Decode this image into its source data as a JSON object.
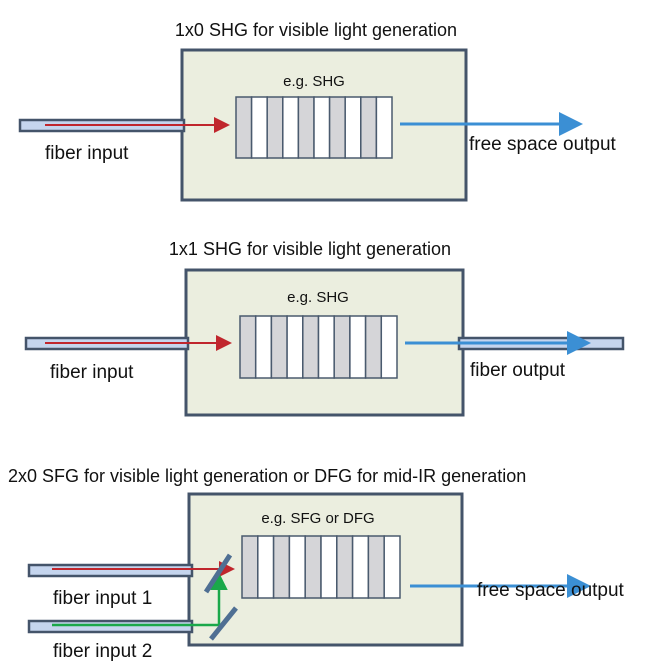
{
  "panels": [
    {
      "title": "1x0 SHG for visible light generation",
      "process": "e.g. SHG",
      "input_label": "fiber input",
      "output_label": "free space output"
    },
    {
      "title": "1x1 SHG for visible light generation",
      "process": "e.g. SHG",
      "input_label": "fiber input",
      "output_label": "fiber output"
    },
    {
      "title": "2x0  SFG for visible light generation or DFG for mid-IR generation",
      "process": "e.g. SFG or DFG",
      "input_label": "fiber input 1",
      "input2_label": "fiber input 2",
      "output_label": "free space output"
    }
  ],
  "colors": {
    "red_beam": "#c0262d",
    "blue_beam": "#3b8fd4",
    "green_beam": "#1aa84a",
    "box_fill": "#ebeedf",
    "border": "#44546a"
  }
}
